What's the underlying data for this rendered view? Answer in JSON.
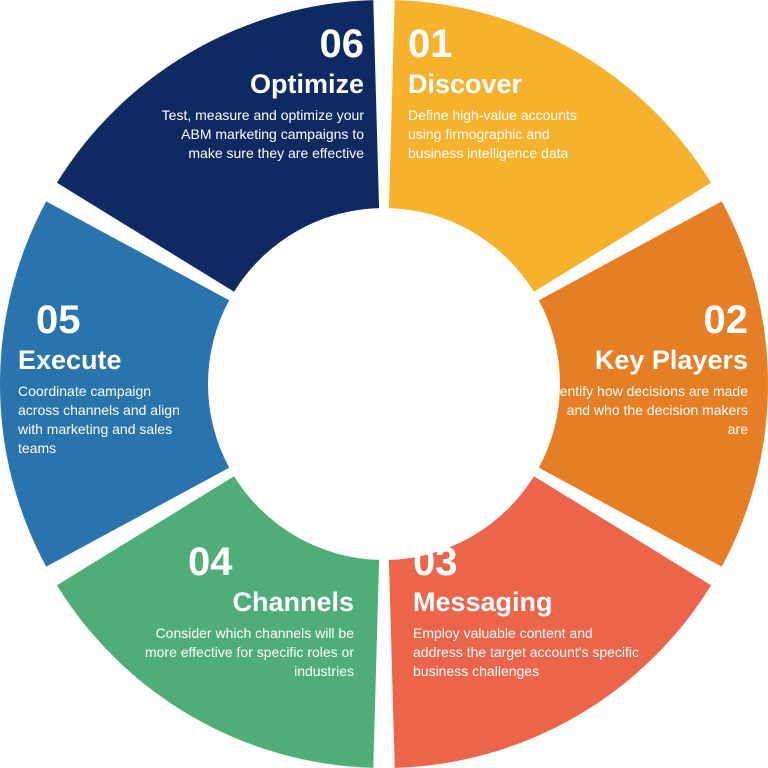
{
  "steps": [
    {
      "number": "01",
      "title": "Discover",
      "description": "Define high-value accounts using firmographic and business intelligence data",
      "color": "#F6B22C"
    },
    {
      "number": "02",
      "title": "Key Players",
      "description": "Identify how decisions are made and who the decision makers are",
      "color": "#E57E25"
    },
    {
      "number": "03",
      "title": "Messaging",
      "description": "Employ valuable content and address the target account's specific business challenges",
      "color": "#EC654A"
    },
    {
      "number": "04",
      "title": "Channels",
      "description": "Consider which channels will be more effective for specific roles or industries",
      "color": "#4FAE78"
    },
    {
      "number": "05",
      "title": "Execute",
      "description": "Coordinate campaign across channels and align with marketing and sales teams",
      "color": "#2A74AE"
    },
    {
      "number": "06",
      "title": "Optimize",
      "description": "Test, measure and optimize your ABM marketing campaigns to make sure they are effective",
      "color": "#0F2A63"
    }
  ]
}
